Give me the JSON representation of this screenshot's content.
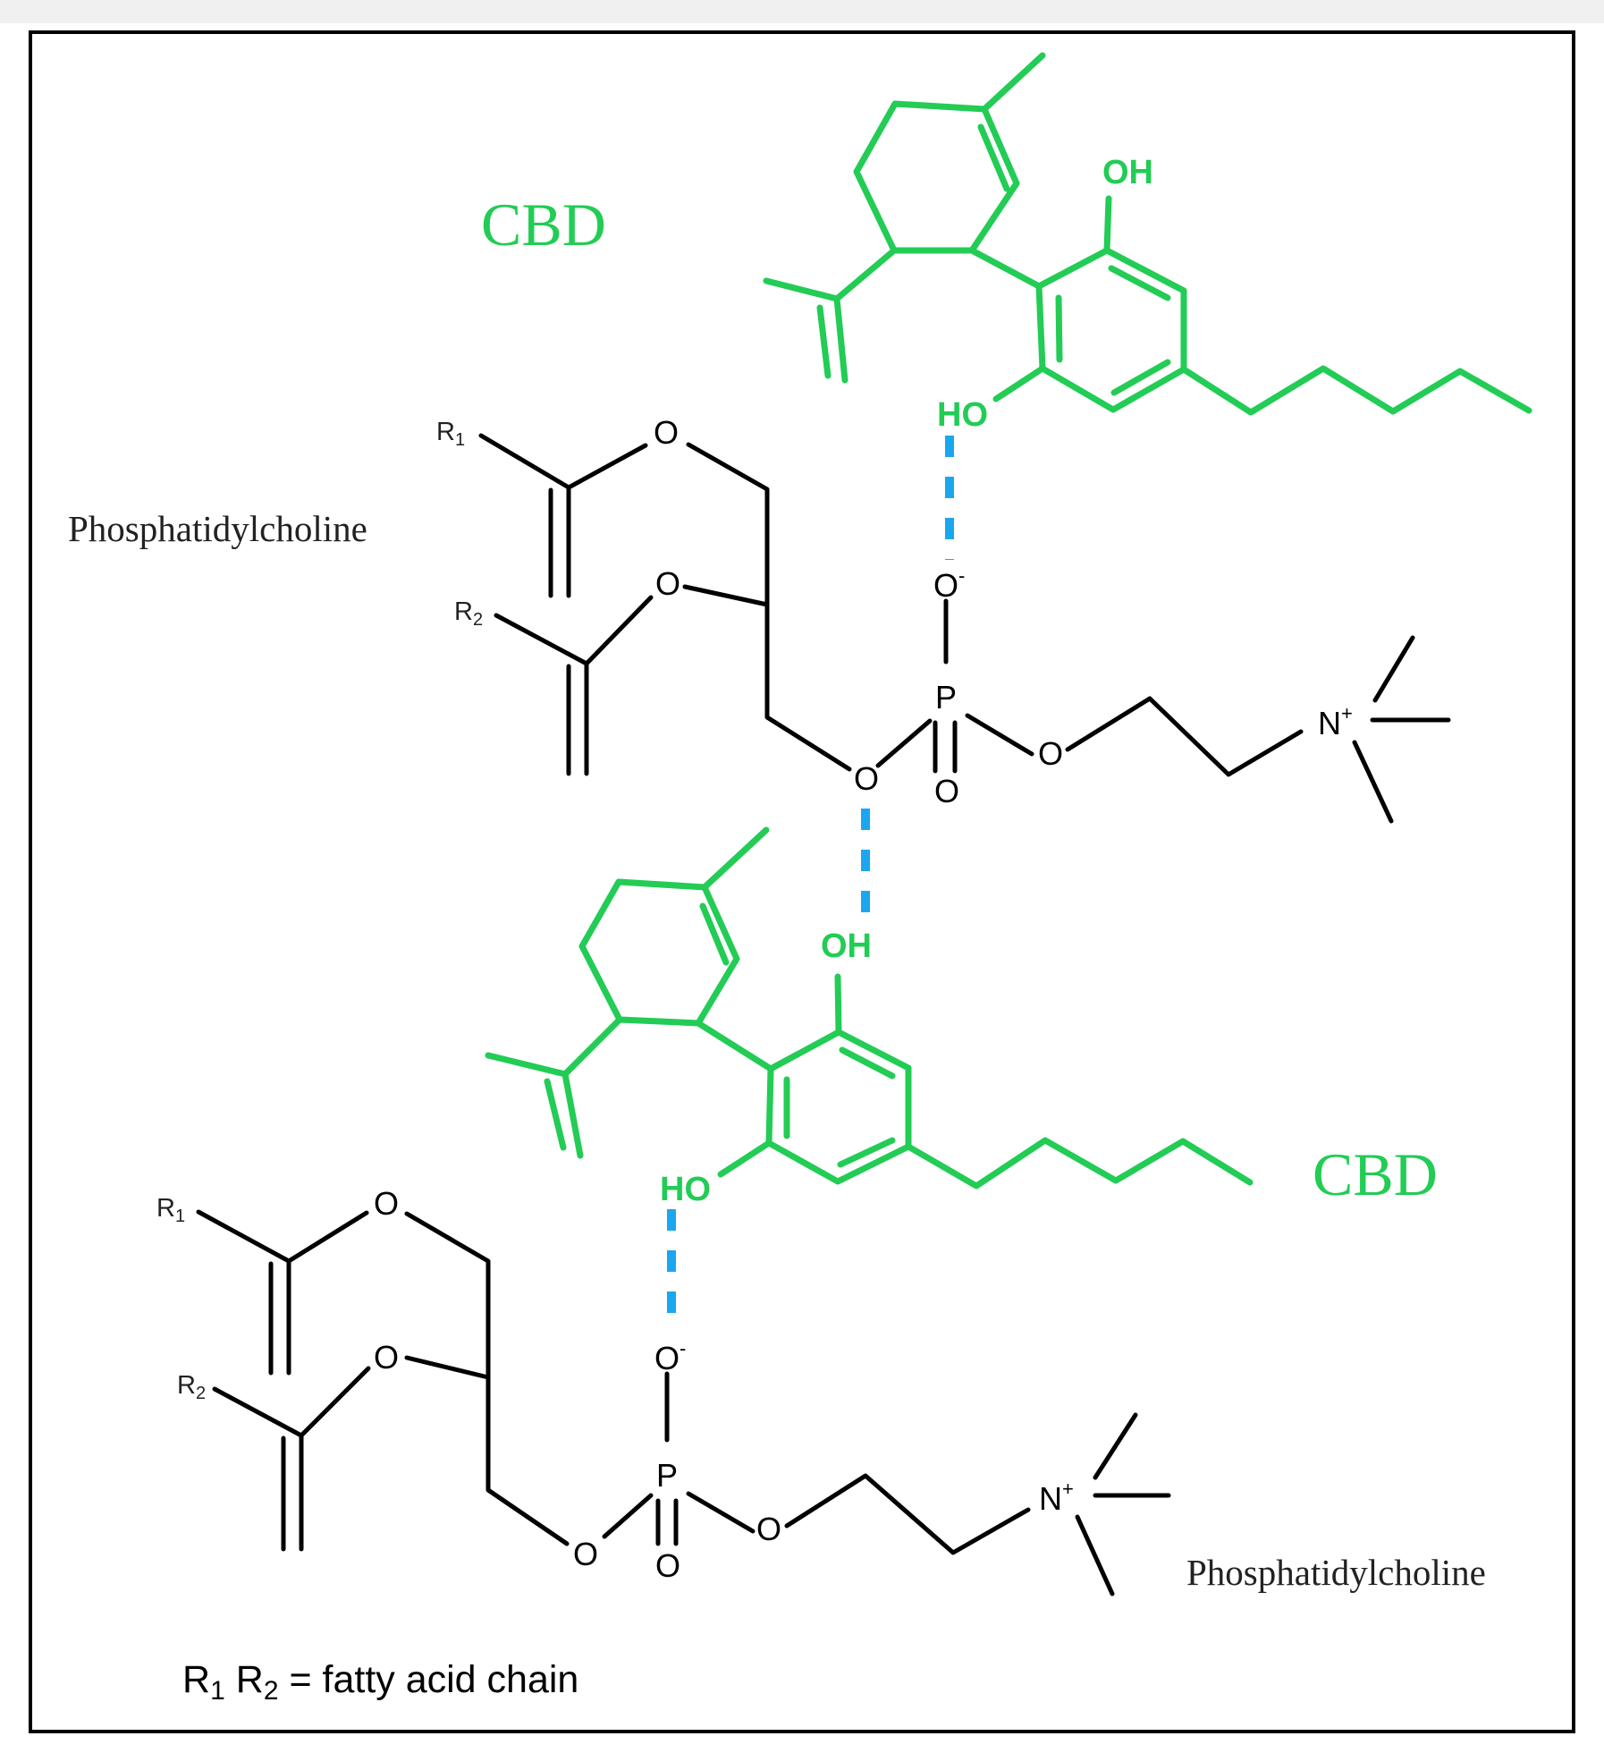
{
  "labels": {
    "cbd_top": "CBD",
    "cbd_bottom": "CBD",
    "pc_top": "Phosphatidylcholine",
    "pc_bottom": "Phosphatidylcholine",
    "note_r1": "R",
    "note_r1_sub": "1",
    "note_r2": "R",
    "note_r2_sub": "2",
    "note_rest": " = fatty acid chain"
  },
  "atoms": {
    "oxygen": "O",
    "phosphorus": "P",
    "nitrogen": "N",
    "plus": "+",
    "minus": "-",
    "r": "R",
    "r1_sub": "1",
    "r2_sub": "2",
    "hydroxyl_oh": "OH",
    "hydroxyl_ho": "HO"
  },
  "colors": {
    "cbd": "#22cc55",
    "phosphatidylcholine": "#000000",
    "hydrogen_bond": "#1aa7f0"
  }
}
